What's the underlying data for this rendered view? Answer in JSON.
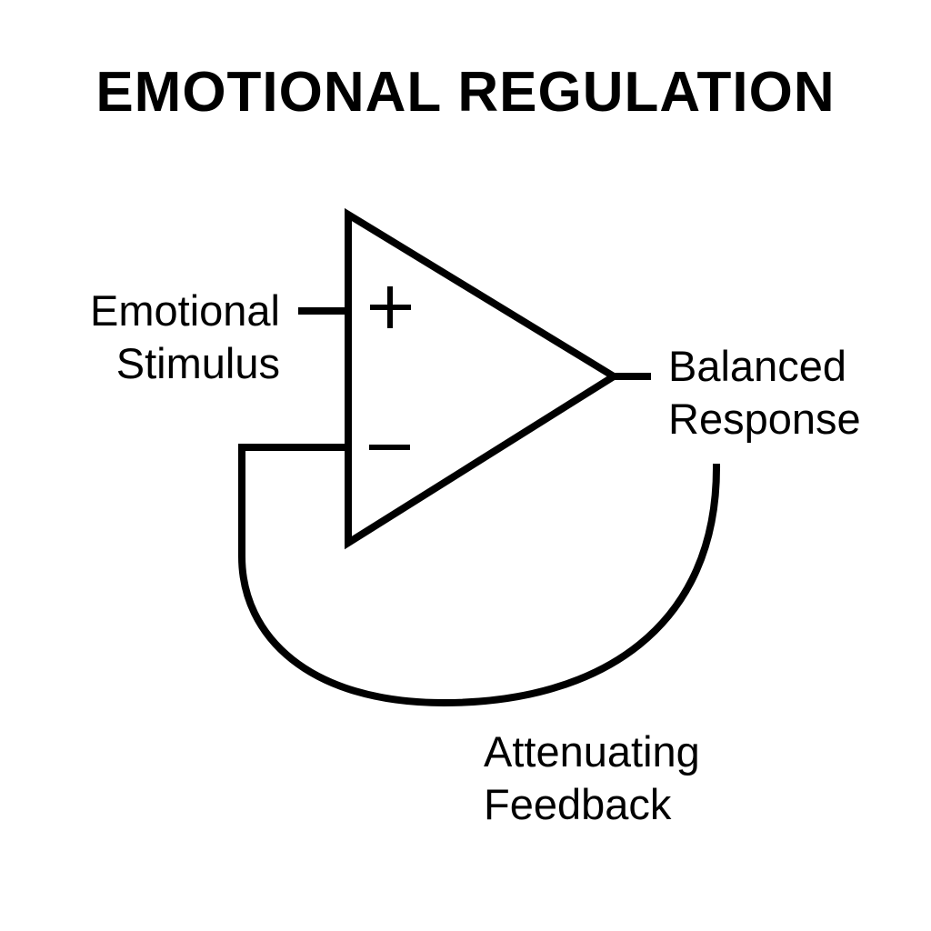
{
  "title": "EMOTIONAL REGULATION",
  "diagram": {
    "type": "op-amp negative feedback loop",
    "stroke_color": "#000000",
    "background_color": "#ffffff",
    "nodes": {
      "amplifier": {
        "shape": "triangle",
        "inputs": [
          "+",
          "−"
        ]
      },
      "input_plus": {
        "symbol": "+"
      },
      "input_minus": {
        "symbol": "−"
      }
    },
    "labels": {
      "stimulus": {
        "line1": "Emotional",
        "line2": "Stimulus"
      },
      "response": {
        "line1": "Balanced",
        "line2": "Response"
      },
      "feedback": {
        "line1": "Attenuating",
        "line2": "Feedback"
      }
    },
    "edges": [
      {
        "from": "Emotional Stimulus",
        "to": "amplifier (+)"
      },
      {
        "from": "amplifier output",
        "to": "Balanced Response"
      },
      {
        "from": "Balanced Response",
        "to": "amplifier (−)",
        "label": "Attenuating Feedback"
      }
    ]
  }
}
